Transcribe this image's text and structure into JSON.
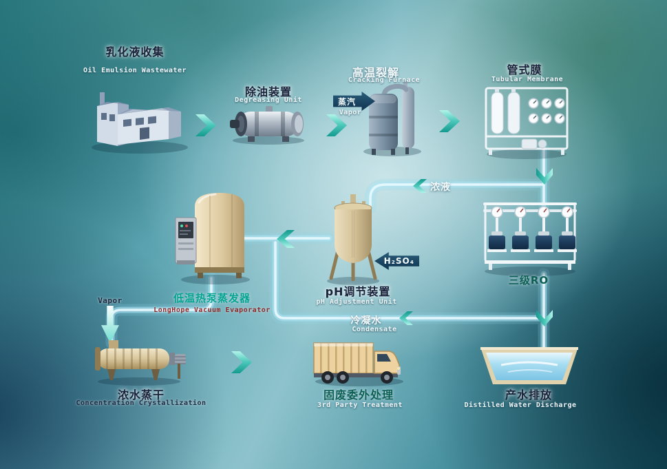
{
  "nodes": {
    "factory": {
      "zh": "乳化液收集",
      "en": "Oil Emulsion Wastewater"
    },
    "degreaser": {
      "zh": "除油装置",
      "en": "Degreasing Unit"
    },
    "furnace": {
      "zh": "高温裂解",
      "en": "Cracking Furnace"
    },
    "membrane": {
      "zh": "管式膜",
      "en": "Tubular Membrane"
    },
    "ro": {
      "zh": "三级RO"
    },
    "ph": {
      "zh": "pH调节装置",
      "en": "pH Adjustment Unit"
    },
    "evaporator": {
      "zh": "低温热泵蒸发器",
      "en": "LongHope Vacuum Evaporator"
    },
    "dryer": {
      "zh": "浓水蒸干",
      "en": "Concentration Crystallization"
    },
    "truck": {
      "zh": "固废委外处理",
      "en": "3rd Party Treatment"
    },
    "pool": {
      "zh": "产水排放",
      "en": "Distilled Water Discharge"
    }
  },
  "flows": {
    "steam": {
      "zh": "蒸汽",
      "en": "Vapor"
    },
    "concentrate": {
      "zh": "浓液"
    },
    "acid": {
      "label": "H₂SO₄"
    },
    "condensate": {
      "zh": "冷凝水",
      "en": "Condensate"
    },
    "vapor_to_dryer": {
      "en": "Vapor"
    }
  },
  "colors": {
    "pipe": "#bfe9f6",
    "chevron_teal": "#2fae9f",
    "arrow_navy": "#123a5a",
    "accent_teal": "#05a392",
    "accent_red": "#8c2626",
    "label_dark": "#18223a",
    "label_light": "#f4fafc"
  }
}
